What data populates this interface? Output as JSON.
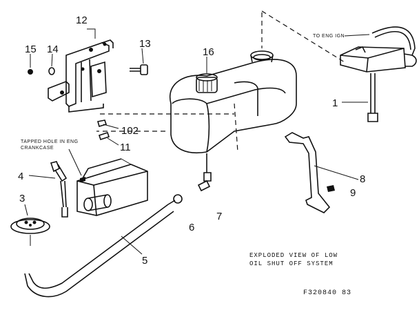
{
  "labels": {
    "n15": "15",
    "n14": "14",
    "n12": "12",
    "n13": "13",
    "n16": "16",
    "n102": "102",
    "n11": "11",
    "n4": "4",
    "n3": "3",
    "n5": "5",
    "n6": "6",
    "n7": "7",
    "n8": "8",
    "n9": "9",
    "n1": "1"
  },
  "annotations": {
    "to_eng_ign": "TO ENG IGN",
    "tapped_hole_line1": "TAPPED HOLE IN ENG",
    "tapped_hole_line2": "CRANKCASE"
  },
  "caption": {
    "line1": "EXPLODED VIEW OF LOW",
    "line2": "OIL SHUT OFF SYSTEM"
  },
  "figure_code": "F320840  83"
}
